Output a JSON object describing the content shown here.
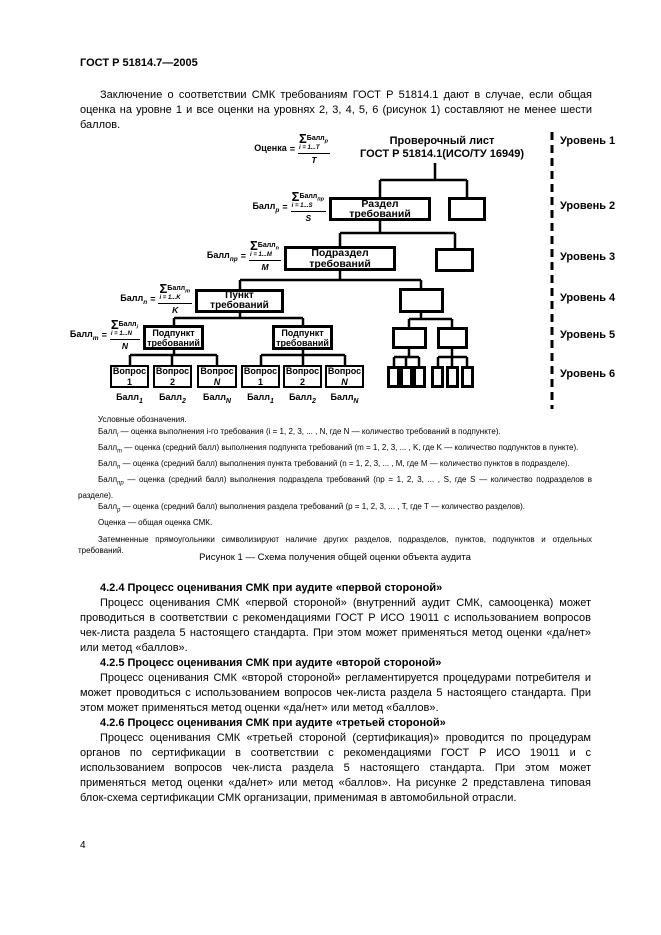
{
  "page": {
    "header": "ГОСТ Р 51814.7—2005",
    "page_number": "4",
    "intro": "Заключение о соответствии СМК требованиям ГОСТ Р 51814.1 дают в случае, если общая оценка на уровне 1 и все оценки на уровнях 2, 3, 4, 5, 6 (рисунок 1) составляют не менее шести баллов."
  },
  "figure": {
    "caption": "Рисунок 1 — Схема получения общей оценки объекта аудита",
    "levels": [
      "Уровень 1",
      "Уровень 2",
      "Уровень 3",
      "Уровень 4",
      "Уровень 5",
      "Уровень 6"
    ],
    "title_line1": "Проверочный лист",
    "title_line2": "ГОСТ Р 51814.1(ИСО/ТУ 16949)",
    "boxes": {
      "razdel": "Раздел требований",
      "podrazdel": "Подраздел требований",
      "punkt": "Пункт требований",
      "podpunkt": "Подпункт требований",
      "q1": "Вопрос 1",
      "q2": "Вопрос 2",
      "qn_base": "Вопрос ",
      "qn_var": "N"
    },
    "scores": [
      {
        "base": "Балл",
        "sub": "1"
      },
      {
        "base": "Балл",
        "sub": "2"
      },
      {
        "base": "Балл",
        "sub": "N"
      }
    ],
    "formulas": [
      {
        "lhs": "Оценка",
        "lhs_sub": "",
        "eq": "=",
        "sigma": "Σ",
        "term": "Балл",
        "term_sub": "р",
        "idx": "i = 1...T",
        "den": "T"
      },
      {
        "lhs": "Балл",
        "lhs_sub": "р",
        "eq": "=",
        "sigma": "Σ",
        "term": "Балл",
        "term_sub": "пр",
        "idx": "i = 1...S",
        "den": "S"
      },
      {
        "lhs": "Балл",
        "lhs_sub": "пр",
        "eq": "=",
        "sigma": "Σ",
        "term": "Балл",
        "term_sub": "n",
        "idx": "i = 1...M",
        "den": "M"
      },
      {
        "lhs": "Балл",
        "lhs_sub": "n",
        "eq": "=",
        "sigma": "Σ",
        "term": "Балл",
        "term_sub": "m",
        "idx": "i = 1...K",
        "den": "K"
      },
      {
        "lhs": "Балл",
        "lhs_sub": "m",
        "eq": "=",
        "sigma": "Σ",
        "term": "Балл",
        "term_sub": "i",
        "idx": "i = 1...N",
        "den": "N"
      }
    ],
    "legend": {
      "title": "Условные обозначения.",
      "items": [
        {
          "base": "Балл",
          "sub": "i",
          "text": " — оценка выполнения i-го требования (i = 1, 2, 3, ... , N, где N — количество требований в подпункте)."
        },
        {
          "base": "Балл",
          "sub": "m",
          "text": " — оценка (средний балл) выполнения подпункта требований (m = 1, 2, 3, ... , K, где K — количество подпунктов в пункте)."
        },
        {
          "base": "Балл",
          "sub": "n",
          "text": " — оценка (средний балл) выполнения пункта требований (n = 1, 2, 3, ... , M, где M — количество пунктов в подразделе)."
        },
        {
          "base": "Балл",
          "sub": "пр",
          "text": " — оценка (средний балл) выполнения подраздела требований (пр = 1, 2, 3, ... , S, где S — количество подразделов в разделе)."
        },
        {
          "base": "Балл",
          "sub": "р",
          "text": " — оценка (средний балл) выполнения раздела требований (р = 1, 2, 3, ... , Т, где Т — количество разделов)."
        },
        {
          "base": "Оценка",
          "sub": "",
          "text": " — общая оценка СМК."
        }
      ],
      "note": "Затемненные прямоугольники символизируют наличие других разделов, подразделов, пунктов, подпунктов и отдельных требований."
    }
  },
  "sections": [
    {
      "heading": "4.2.4 Процесс оценивания СМК при аудите «первой стороной»",
      "body": "Процесс оценивания СМК «первой стороной» (внутренний аудит СМК, самооценка) может проводиться в соответствии с рекомендациями ГОСТ Р ИСО 19011 с использованием вопросов чек-листа раздела 5 настоящего стандарта. При этом может применяться метод оценки «да/нет» или метод «баллов»."
    },
    {
      "heading": "4.2.5 Процесс оценивания СМК при аудите «второй стороной»",
      "body": "Процесс оценивания СМК «второй стороной» регламентируется процедурами потребителя и может проводиться с использованием вопросов чек-листа раздела 5 настоящего стандарта. При этом может применяться метод оценки «да/нет» или метод «баллов»."
    },
    {
      "heading": "4.2.6 Процесс оценивания СМК при аудите «третьей стороной»",
      "body": "Процесс оценивания СМК «третьей стороной (сертификация)» проводится по процедурам органов по сертификации в соответствии с рекомендациями ГОСТ Р ИСО 19011 и с использованием вопросов чек-листа раздела 5 настоящего стандарта. При этом может применяться метод оценки «да/нет» или метод «баллов». На рисунке 2 представлена типовая блок-схема сертификации СМК организации, применимая в автомобильной отрасли."
    }
  ]
}
